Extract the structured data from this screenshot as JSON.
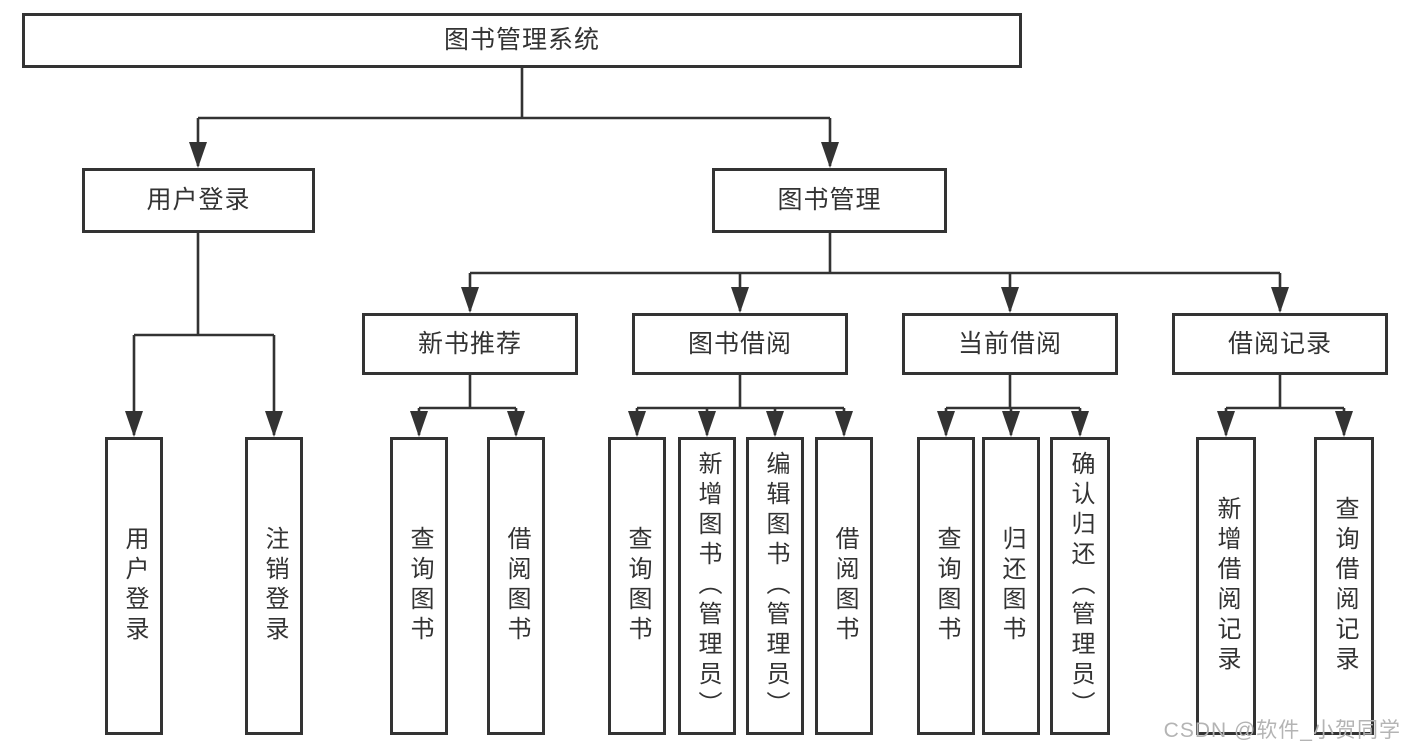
{
  "diagram": {
    "root": {
      "label": "图书管理系统"
    },
    "level2": [
      {
        "label": "用户登录"
      },
      {
        "label": "图书管理"
      }
    ],
    "level3": [
      {
        "label": "新书推荐"
      },
      {
        "label": "图书借阅"
      },
      {
        "label": "当前借阅"
      },
      {
        "label": "借阅记录"
      }
    ],
    "leaves": {
      "user_login": [
        {
          "label": "用户登录"
        },
        {
          "label": "注销登录"
        }
      ],
      "new_book": [
        {
          "label": "查询图书"
        },
        {
          "label": "借阅图书"
        }
      ],
      "book_borrow": [
        {
          "label": "查询图书"
        },
        {
          "label": "新增图书（管理员）"
        },
        {
          "label": "编辑图书（管理员）"
        },
        {
          "label": "借阅图书"
        }
      ],
      "current_borrow": [
        {
          "label": "查询图书"
        },
        {
          "label": "归还图书"
        },
        {
          "label": "确认归还（管理员）"
        }
      ],
      "borrow_records": [
        {
          "label": "新增借阅记录"
        },
        {
          "label": "查询借阅记录"
        }
      ]
    }
  },
  "watermark": {
    "text": "CSDN @软件_小贺同学"
  },
  "colors": {
    "line": "#333333",
    "text": "#333333",
    "watermark": "#b4b4b4",
    "background": "#ffffff"
  }
}
